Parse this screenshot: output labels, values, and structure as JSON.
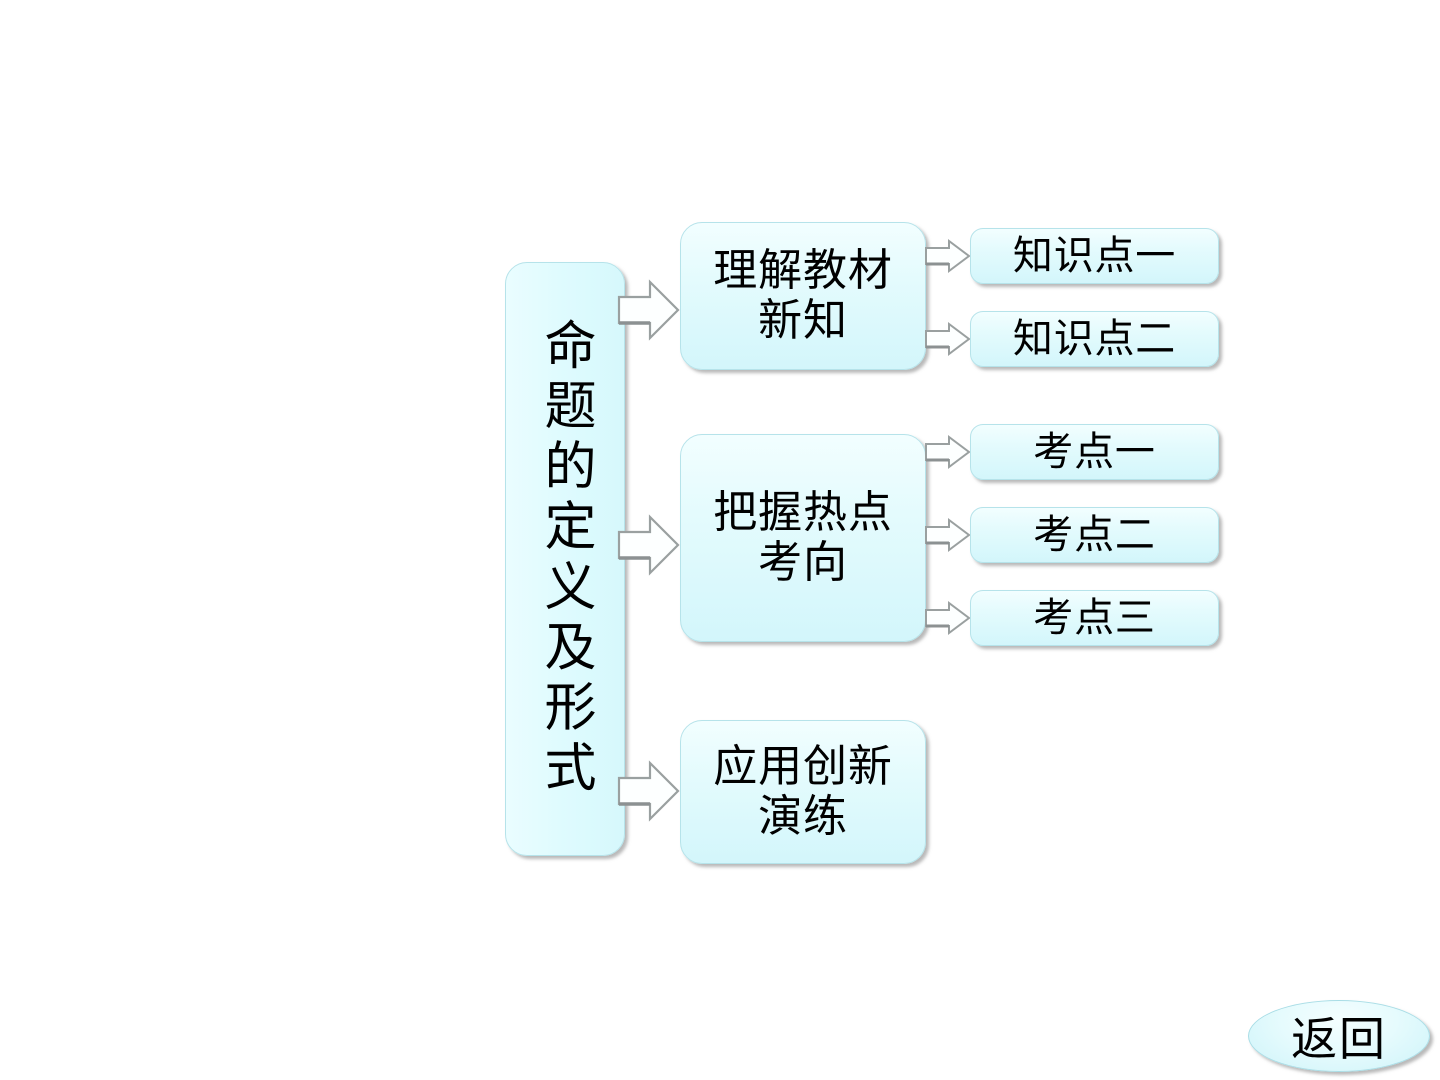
{
  "diagram": {
    "trunk": {
      "label": "命题的定义及形式",
      "orientation": "vertical"
    },
    "branches": [
      {
        "label": "理解教材新知",
        "leaves": [
          {
            "label": "知识点一"
          },
          {
            "label": "知识点二"
          }
        ]
      },
      {
        "label": "把握热点考向",
        "leaves": [
          {
            "label": "考点一"
          },
          {
            "label": "考点二"
          },
          {
            "label": "考点三"
          }
        ]
      },
      {
        "label": "应用创新演练",
        "leaves": []
      }
    ],
    "leaves_flat": [
      {
        "label": "知识点一"
      },
      {
        "label": "知识点二"
      },
      {
        "label": "考点一"
      },
      {
        "label": "考点二"
      },
      {
        "label": "考点三"
      }
    ],
    "arrows": {
      "icon": "right-block-arrow",
      "count_trunk_to_branch": 3,
      "count_branch_to_leaf": 5
    }
  },
  "controls": {
    "return_button": {
      "label": "返回",
      "icon": "return-oval-button"
    }
  },
  "colors": {
    "background": "#ffffff",
    "box_fill_light": "#f2feff",
    "box_fill_dark": "#d3f6fb",
    "box_border": "#b6e3ea",
    "arrow_fill": "#ffffff",
    "arrow_border": "#9aa0a0",
    "shadow": "#808080",
    "text": "#000000"
  }
}
